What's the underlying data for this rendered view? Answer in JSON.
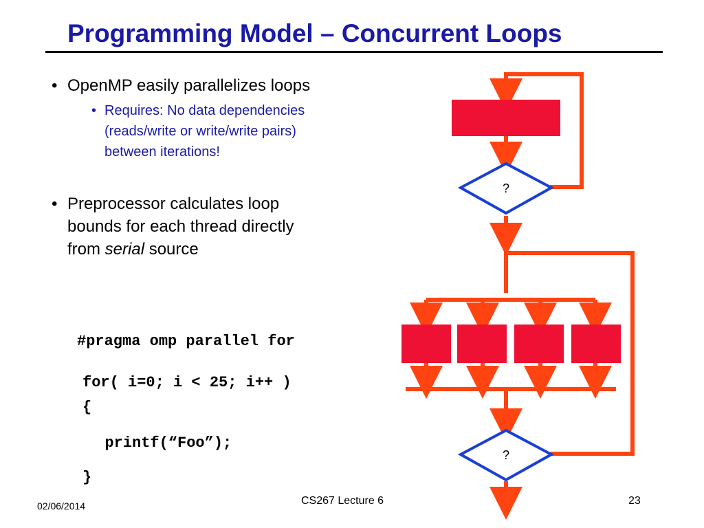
{
  "slide": {
    "title": "Programming Model – Concurrent Loops",
    "bullets": [
      {
        "text": "OpenMP easily parallelizes loops",
        "sub": [
          "Requires: No data dependencies",
          "(reads/write or write/write pairs)",
          "between iterations!"
        ]
      },
      {
        "lines": [
          "Preprocessor calculates loop",
          "bounds for each thread directly"
        ],
        "last_prefix": "from ",
        "last_emph": "serial",
        "last_suffix": " source"
      }
    ],
    "bullet_glyph": "•",
    "code": {
      "pragma": "#pragma omp parallel for",
      "for_line": "for( i=0; i < 25; i++ )",
      "open_brace": "{",
      "printf_line": "  printf(“Foo”);",
      "close_brace": "}"
    },
    "diagram": {
      "decision_label_top": "?",
      "decision_label_bottom": "?",
      "arrow_color": "#ff4411",
      "block_color": "#ee1133",
      "diamond_color": "#1a3fd6"
    },
    "footer": {
      "date": "02/06/2014",
      "course": "CS267 Lecture 6",
      "page": "23"
    }
  }
}
